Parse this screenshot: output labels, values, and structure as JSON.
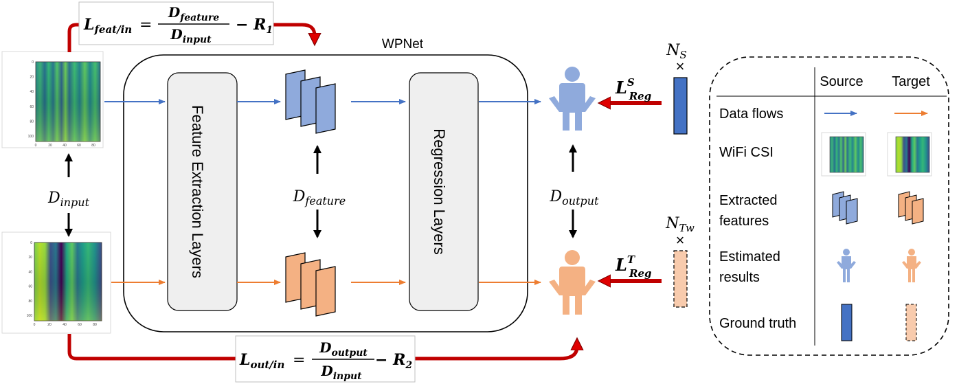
{
  "wpnet_label": "WPNet",
  "feature_extraction_label": "Feature Extraction Layers",
  "regression_label": "Regression Layers",
  "d_input": {
    "base": "D",
    "sub": "input"
  },
  "d_feature": {
    "base": "D",
    "sub": "feature"
  },
  "d_output": {
    "base": "D",
    "sub": "output"
  },
  "loss_top": {
    "lhs": "L",
    "lhs_sub": "feat/in",
    "num": "D",
    "num_sub": "feature",
    "den": "D",
    "den_sub": "input",
    "minus": "− R",
    "r_sub": "1"
  },
  "loss_bottom": {
    "lhs": "L",
    "lhs_sub": "out/in",
    "num": "D",
    "num_sub": "output",
    "den": "D",
    "den_sub": "input",
    "minus": "− R",
    "r_sub": "2"
  },
  "loss_source": {
    "base": "L",
    "sup": "S",
    "sub": "Reg"
  },
  "loss_target": {
    "base": "L",
    "sup": "T",
    "sub": "Reg"
  },
  "n_source": {
    "base": "N",
    "sub": "S",
    "times": "×"
  },
  "n_target": {
    "base": "N",
    "sub": "Tw",
    "times": "×"
  },
  "heatmap_top": {
    "y_ticks": [
      "0",
      "20",
      "40",
      "60",
      "80",
      "100"
    ],
    "x_ticks": [
      "0",
      "20",
      "40",
      "60",
      "80"
    ]
  },
  "heatmap_bottom": {
    "y_ticks": [
      "0",
      "20",
      "40",
      "60",
      "80",
      "100"
    ],
    "x_ticks": [
      "0",
      "20",
      "40",
      "60",
      "80"
    ]
  },
  "legend": {
    "col_source": "Source",
    "col_target": "Target",
    "rows": [
      "Data flows",
      "WiFi CSI",
      "Extracted",
      "features",
      "Estimated",
      "results",
      "Ground truth"
    ]
  },
  "colors": {
    "source": "#4472c4",
    "target": "#ed7d31",
    "source_fill": "#8faadc",
    "target_fill": "#f4b183",
    "loss_arrow": "#c00000"
  }
}
